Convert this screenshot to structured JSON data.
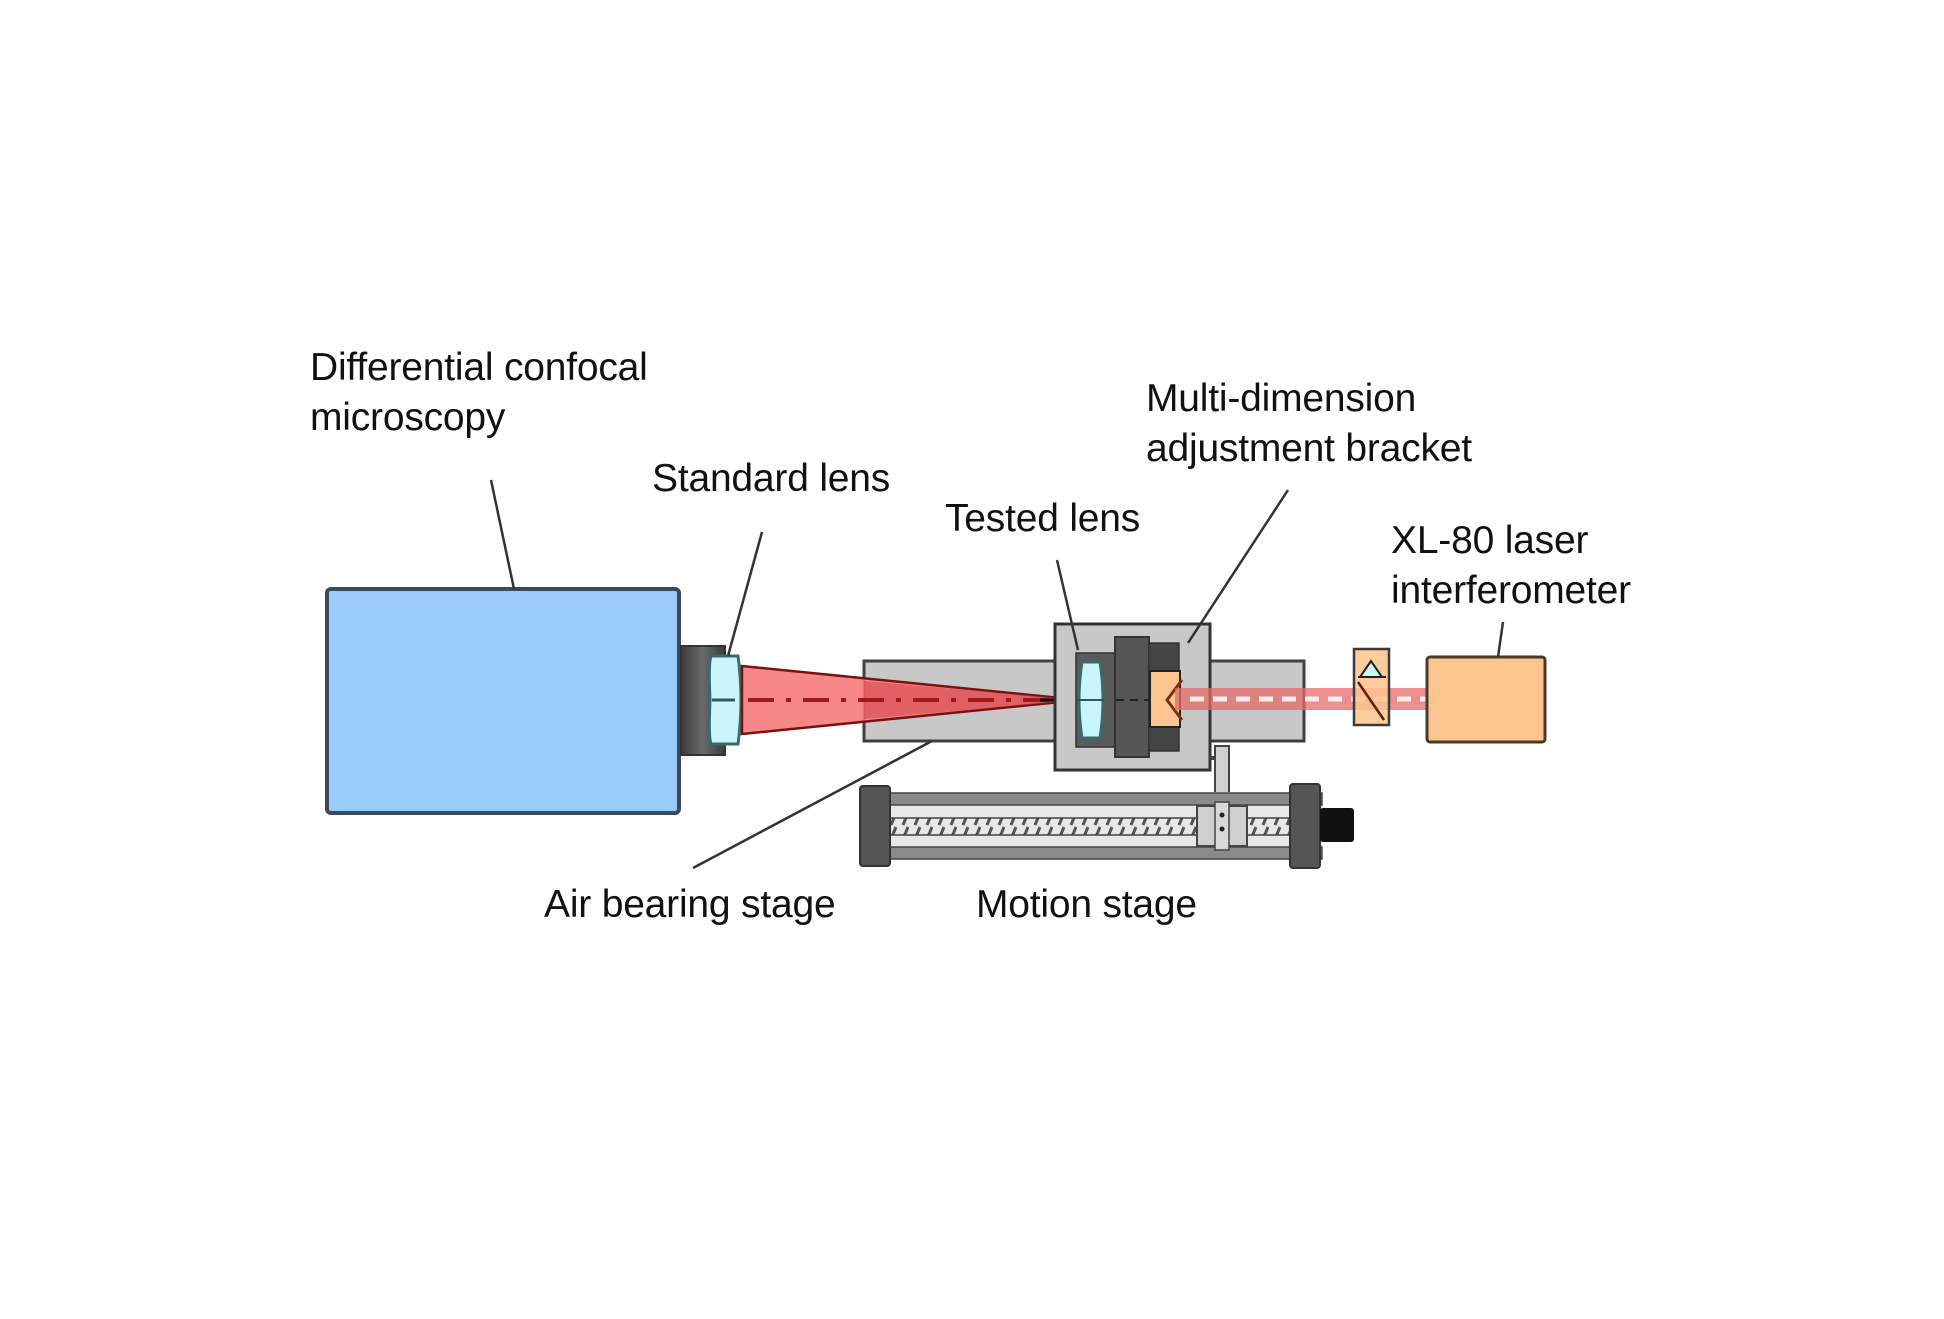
{
  "figure": {
    "labels": {
      "microscope": [
        "Differential confocal",
        "microscopy"
      ],
      "standard_lens": [
        "Standard lens"
      ],
      "tested_lens": [
        "Tested lens"
      ],
      "bracket": [
        "Multi-dimension",
        "adjustment bracket"
      ],
      "interferometer": [
        "XL-80 laser",
        "interferometer"
      ],
      "air_bearing": [
        "Air bearing stage"
      ],
      "motion_stage": [
        "Motion stage"
      ]
    },
    "components": [
      {
        "id": "microscope",
        "name": "Differential confocal microscopy"
      },
      {
        "id": "standard-lens",
        "name": "Standard lens"
      },
      {
        "id": "tested-lens",
        "name": "Tested lens"
      },
      {
        "id": "bracket",
        "name": "Multi-dimension adjustment bracket"
      },
      {
        "id": "interferometer",
        "name": "XL-80 laser interferometer"
      },
      {
        "id": "air-bearing-stage",
        "name": "Air bearing stage"
      },
      {
        "id": "motion-stage",
        "name": "Motion stage"
      }
    ],
    "colors": {
      "microscope_fill": "#99ccfa",
      "outline": "#3a4a5a",
      "lens_fill": "#c9f6fb",
      "beam_fill": "#f77a7a",
      "beam_axis": "#a01a1a",
      "stage_fill": "#c8c8c8",
      "dark_mount": "#555555",
      "interferometer_fill": "#fcc48e",
      "leader_line": "#333333"
    }
  }
}
